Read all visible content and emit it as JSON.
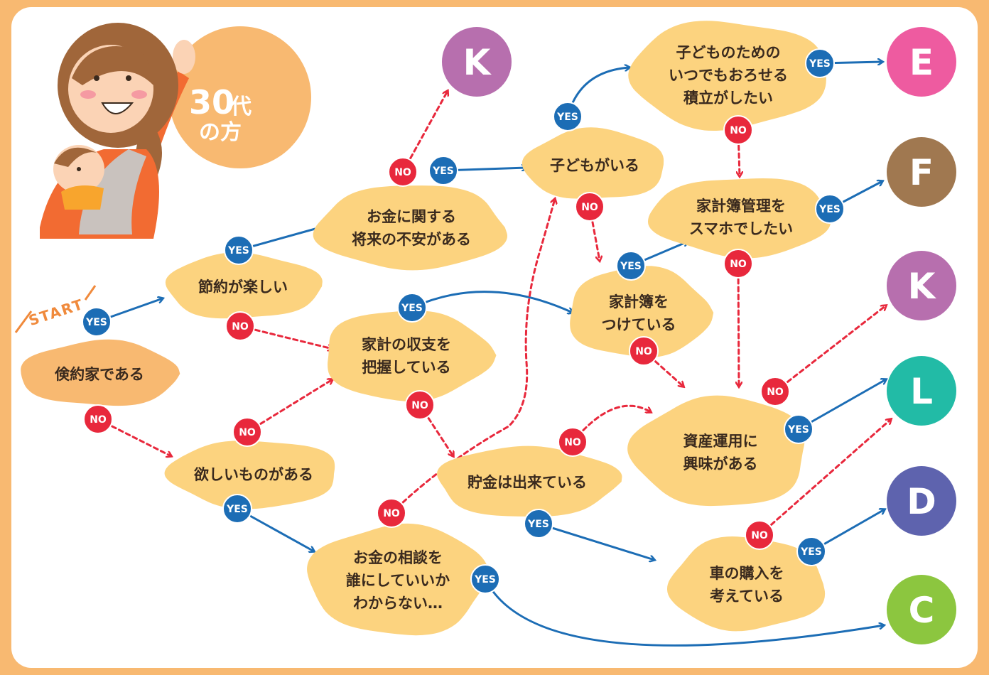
{
  "header": {
    "age_num": "30",
    "age_suffix": "代",
    "age_line2": "の方"
  },
  "start_label": "START",
  "colors": {
    "background": "#F8B971",
    "node": "#FCD37F",
    "node_alt": "#F8B971",
    "yes": "#1C6DB5",
    "no": "#E8283C",
    "yes_arrow": "#1C6DB5",
    "no_arrow": "#E8283C",
    "K": "#B76FAE",
    "E": "#EE5BA0",
    "F": "#A07850",
    "L": "#22BBA6",
    "D": "#5E63AE",
    "C": "#8CC63F"
  },
  "nodes": {
    "n_ken": [
      "倹約家である"
    ],
    "n_setsu": [
      "節約が楽しい"
    ],
    "n_hoshii": [
      "欲しいものがある"
    ],
    "n_fuan": [
      "お金に関する",
      "将来の不安がある"
    ],
    "n_shushi": [
      "家計の収支を",
      "把握している"
    ],
    "n_soudan": [
      "お金の相談を",
      "誰にしていいか",
      "わからない…"
    ],
    "n_kodomo": [
      "子どもがいる"
    ],
    "n_tsumi": [
      "子どものための",
      "いつでもおろせる",
      "積立がしたい"
    ],
    "n_kakeibo_sm": [
      "家計簿管理を",
      "スマホでしたい"
    ],
    "n_kakeibo": [
      "家計簿を",
      "つけている"
    ],
    "n_chokin": [
      "貯金は出来ている"
    ],
    "n_shisan": [
      "資産運用に",
      "興味がある"
    ],
    "n_kuruma": [
      "車の購入を",
      "考えている"
    ]
  },
  "results": [
    {
      "id": "r_K1",
      "letter": "K"
    },
    {
      "id": "r_E",
      "letter": "E"
    },
    {
      "id": "r_F",
      "letter": "F"
    },
    {
      "id": "r_K2",
      "letter": "K"
    },
    {
      "id": "r_L",
      "letter": "L"
    },
    {
      "id": "r_D",
      "letter": "D"
    },
    {
      "id": "r_C",
      "letter": "C"
    }
  ],
  "edges": [
    {
      "from": "start",
      "to": "n_setsu",
      "type": "yes",
      "badge": "YES"
    },
    {
      "from": "start",
      "to": "n_hoshii",
      "type": "no",
      "badge": "NO"
    },
    {
      "from": "n_setsu",
      "to": "n_fuan",
      "type": "yes",
      "badge": "YES"
    },
    {
      "from": "n_setsu",
      "to": "n_shushi",
      "type": "no",
      "badge": "NO"
    },
    {
      "from": "n_hoshii",
      "to": "n_shushi",
      "type": "no",
      "badge": "NO"
    },
    {
      "from": "n_hoshii",
      "to": "n_soudan",
      "type": "yes",
      "badge": "YES"
    },
    {
      "from": "n_fuan",
      "to": "r_K1",
      "type": "no",
      "badge": "NO"
    },
    {
      "from": "n_fuan",
      "to": "n_kodomo",
      "type": "yes",
      "badge": "YES"
    },
    {
      "from": "n_shushi",
      "to": "n_kakeibo",
      "type": "yes",
      "badge": "YES"
    },
    {
      "from": "n_shushi",
      "to": "n_chokin",
      "type": "no",
      "badge": "NO"
    },
    {
      "from": "n_soudan",
      "to": "n_kodomo",
      "type": "no",
      "badge": "NO"
    },
    {
      "from": "n_soudan",
      "to": "r_C",
      "type": "yes",
      "badge": "YES"
    },
    {
      "from": "n_kodomo",
      "to": "n_tsumi",
      "type": "yes",
      "badge": "YES"
    },
    {
      "from": "n_kodomo",
      "to": "n_kakeibo",
      "type": "no",
      "badge": "NO"
    },
    {
      "from": "n_tsumi",
      "to": "r_E",
      "type": "yes",
      "badge": "YES"
    },
    {
      "from": "n_tsumi",
      "to": "n_kakeibo_sm",
      "type": "no",
      "badge": "NO"
    },
    {
      "from": "n_kakeibo_sm",
      "to": "r_F",
      "type": "yes",
      "badge": "YES"
    },
    {
      "from": "n_kakeibo_sm",
      "to": "n_shisan",
      "type": "no",
      "badge": "NO"
    },
    {
      "from": "n_kakeibo",
      "to": "n_kakeibo_sm",
      "type": "yes",
      "badge": "YES"
    },
    {
      "from": "n_kakeibo",
      "to": "n_shisan",
      "type": "no",
      "badge": "NO"
    },
    {
      "from": "n_chokin",
      "to": "n_shisan",
      "type": "no",
      "badge": "NO"
    },
    {
      "from": "n_chokin",
      "to": "n_kuruma",
      "type": "yes",
      "badge": "YES"
    },
    {
      "from": "n_shisan",
      "to": "r_K2",
      "type": "no",
      "badge": "NO"
    },
    {
      "from": "n_shisan",
      "to": "r_L",
      "type": "yes",
      "badge": "YES"
    },
    {
      "from": "n_kuruma",
      "to": "r_L",
      "type": "no",
      "badge": "NO"
    },
    {
      "from": "n_kuruma",
      "to": "r_D",
      "type": "yes",
      "badge": "YES"
    }
  ]
}
